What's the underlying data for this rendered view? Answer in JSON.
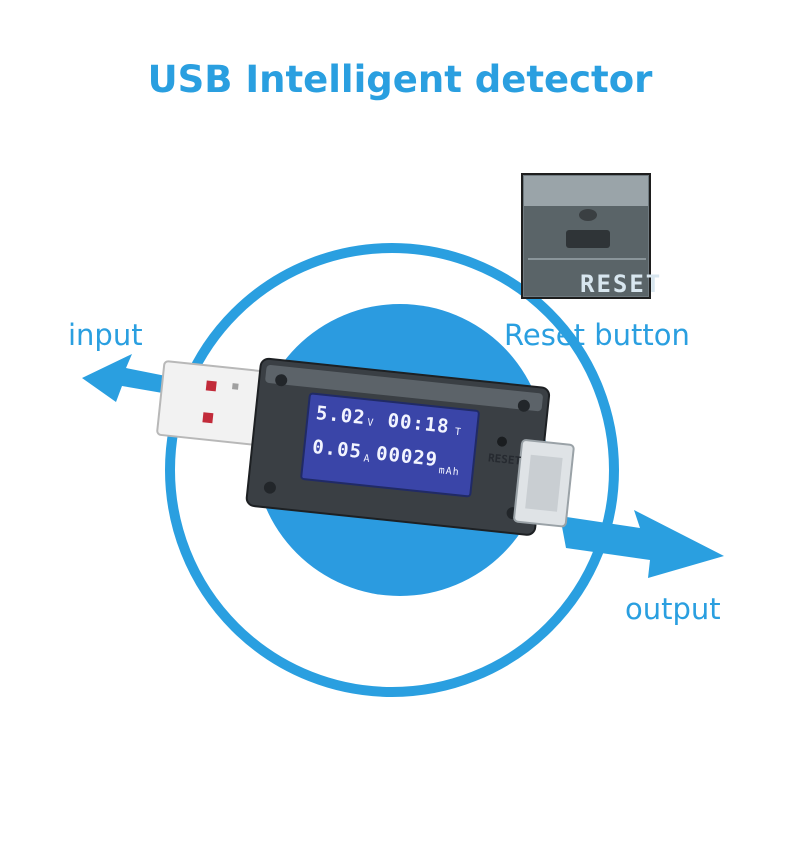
{
  "title": "USB Intelligent detector",
  "labels": {
    "input": "input",
    "reset_button": "Reset button",
    "output": "output"
  },
  "zoom_inset": {
    "text": "RESET"
  },
  "device": {
    "reset_print": "RESET",
    "lcd": {
      "voltage": "5.02",
      "voltage_unit": "V",
      "time": "00:18",
      "time_unit": "T",
      "current": "0.05",
      "current_unit": "A",
      "capacity": "00029",
      "capacity_unit": "mAh"
    }
  },
  "colors": {
    "accent": "#2a9fe0",
    "circle_fill": "#2b9be0",
    "lcd_bg": "#3a45a8"
  },
  "icons": [
    "arrow-in-icon",
    "arrow-out-icon"
  ]
}
